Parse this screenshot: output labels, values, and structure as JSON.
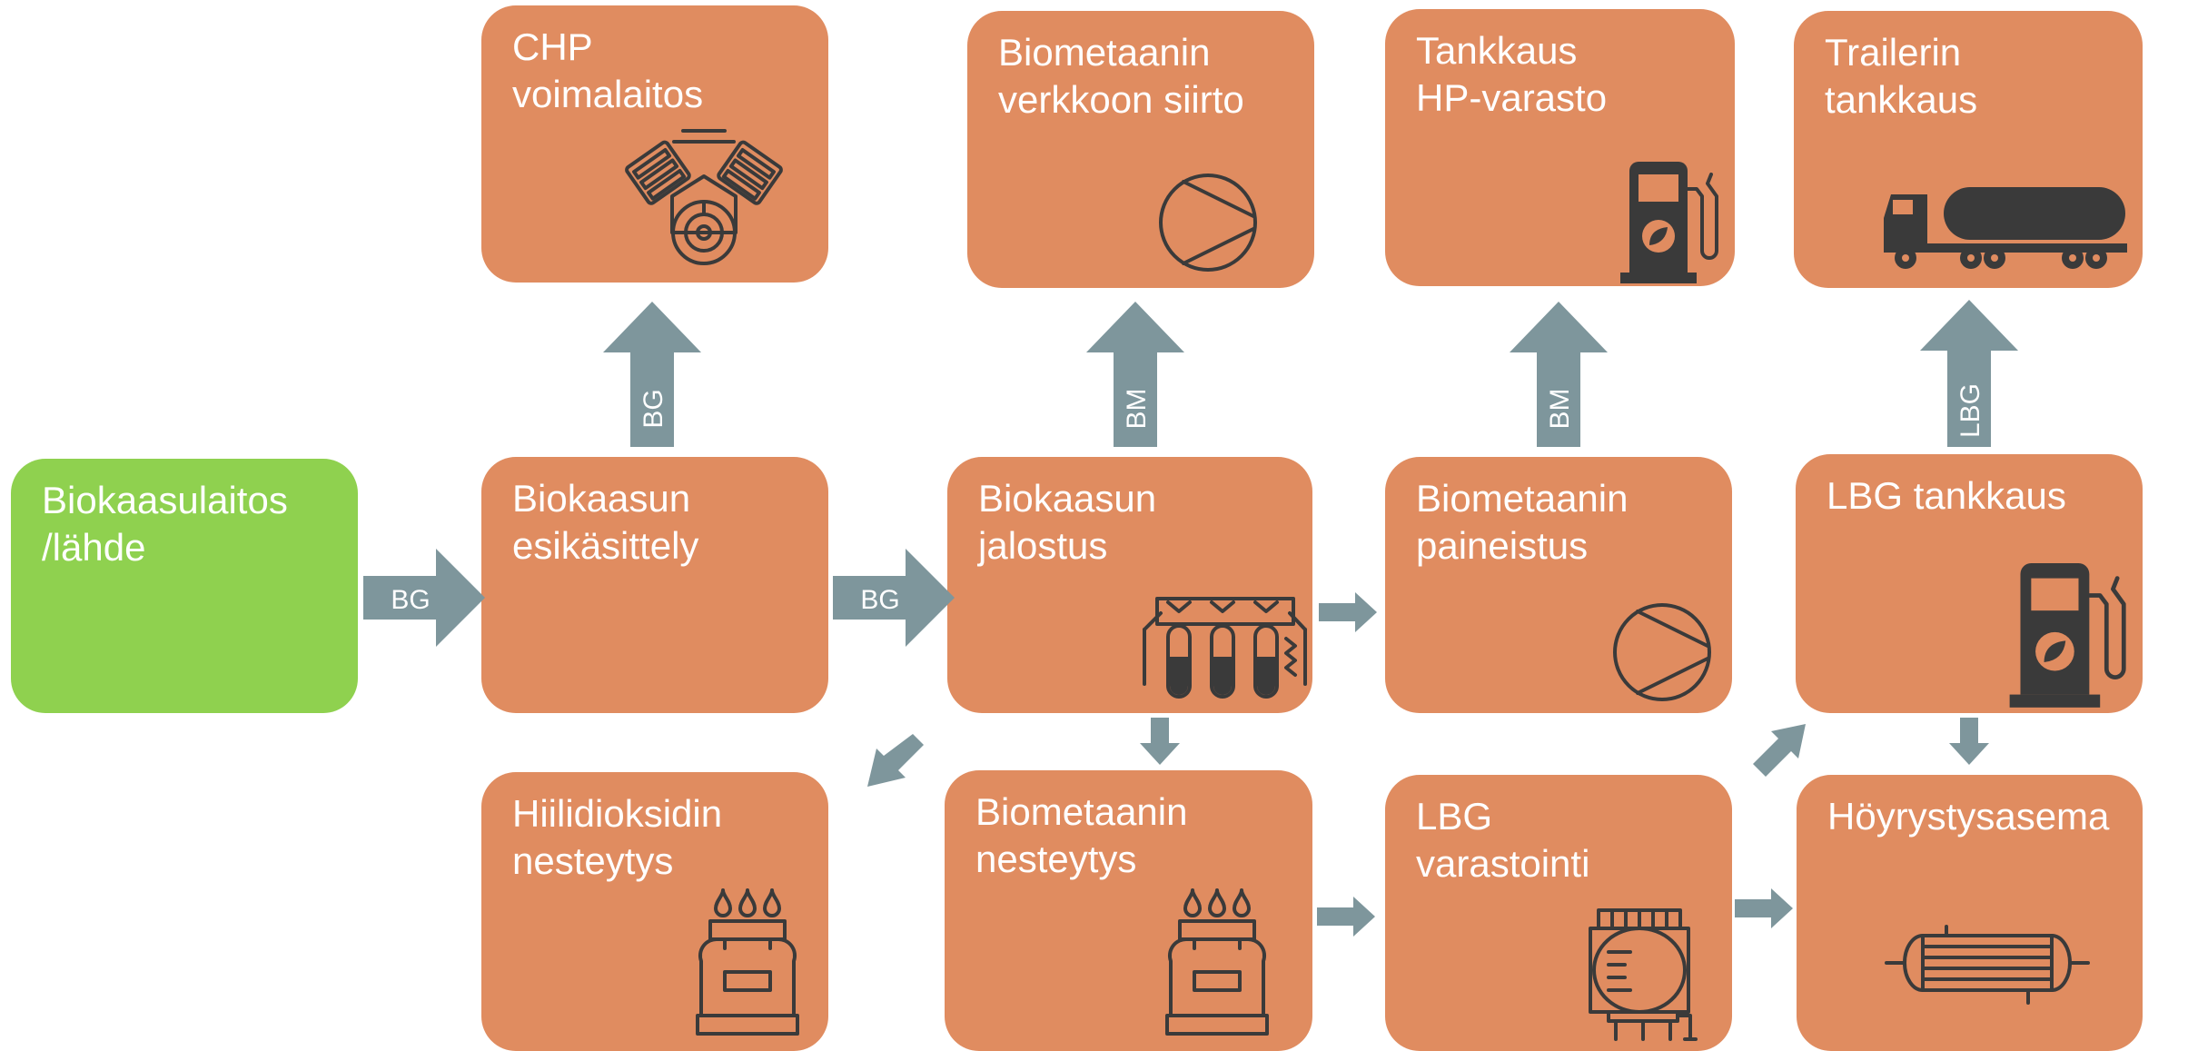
{
  "colors": {
    "node": "#e08c60",
    "source": "#8fd14f",
    "arrow": "#7e969c",
    "text": "#ffffff",
    "icon": "#3a3a3a"
  },
  "nodes": {
    "source": {
      "label": "Biokaasulaitos\n/lähde"
    },
    "pretreatment": {
      "label": "Biokaasun\nesikäsittely"
    },
    "chp": {
      "label": "CHP\nvoimalaitos",
      "icon": "engine-icon"
    },
    "upgrading": {
      "label": "Biokaasun\njalostus",
      "icon": "filter-columns-icon"
    },
    "grid": {
      "label": "Biometaanin\nverkkoon siirto",
      "icon": "compressor-icon"
    },
    "co2": {
      "label": "Hiilidioksidin\nnesteytys",
      "icon": "gas-cylinder-icon"
    },
    "liquefaction": {
      "label": "Biometaanin\nnesteytys",
      "icon": "gas-cylinder-icon"
    },
    "compression": {
      "label": "Biometaanin\npaineistus",
      "icon": "compressor-icon"
    },
    "hp_fueling": {
      "label": " Tankkaus\nHP-varasto",
      "icon": "fuel-pump-icon"
    },
    "lbg_storage": {
      "label": "LBG\nvarastointi",
      "icon": "storage-tank-icon"
    },
    "lbg_fueling": {
      "label": "LBG tankkaus",
      "icon": "fuel-pump-icon"
    },
    "trailer": {
      "label": "Trailerin\ntankkaus",
      "icon": "tanker-truck-icon"
    },
    "vaporizer": {
      "label": "Höyrystysasema",
      "icon": "heat-exchanger-icon"
    }
  },
  "arrows": {
    "source_to_pretreatment": "BG",
    "pretreatment_to_upgrading": "BG",
    "pretreatment_to_chp": "BG",
    "upgrading_to_grid": "BM",
    "compression_to_hp_fueling": "BM",
    "lbg_fueling_to_trailer": "LBG"
  }
}
